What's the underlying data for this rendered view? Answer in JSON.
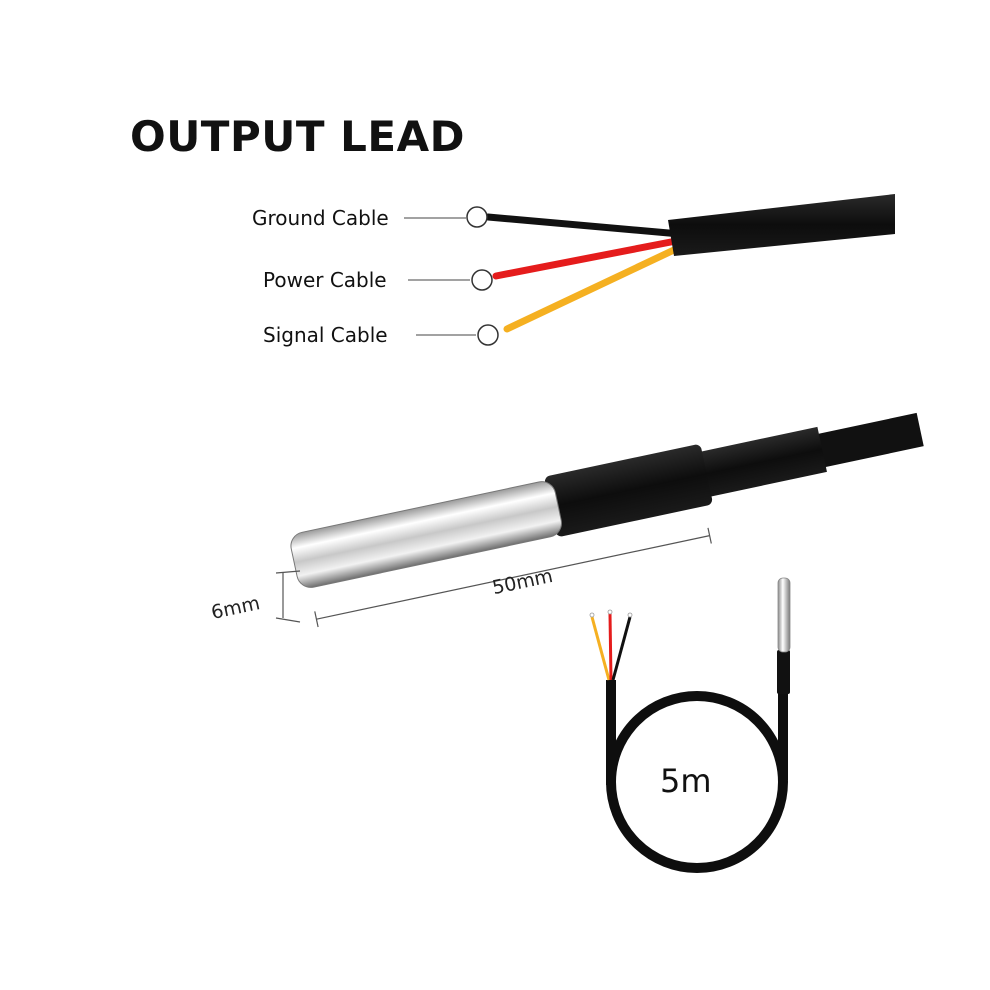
{
  "title": "OUTPUT LEAD",
  "wires": [
    {
      "label": "Ground Cable",
      "color": "#111111"
    },
    {
      "label": "Power Cable",
      "color": "#e51c1c"
    },
    {
      "label": "Signal Cable",
      "color": "#f5b021"
    }
  ],
  "probe": {
    "diameter_label": "6mm",
    "length_label": "50mm"
  },
  "cable_length_label": "5m"
}
